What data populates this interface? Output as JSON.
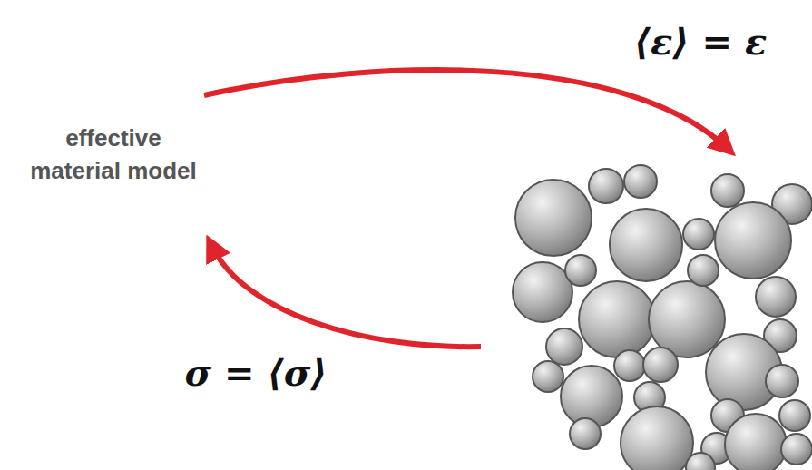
{
  "diagram": {
    "labels": [
      "effective material model",
      "⟨ε⟩ = ε",
      "σ = ⟨σ⟩"
    ]
  }
}
